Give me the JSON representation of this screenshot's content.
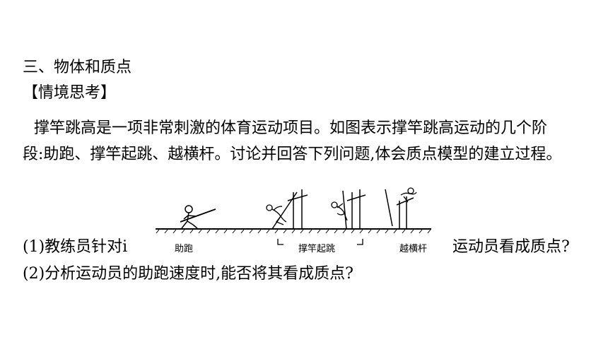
{
  "section_heading": "三、物体和质点",
  "context_label": "【情境思考】",
  "paragraph": {
    "line1": "撑竿跳高是一项非常刺激的体育运动项目。如图表示撑竿跳高运动的几个阶",
    "line2": "段:助跑、撑竿起跳、越横杆。讨论并回答下列问题,体会质点模型的建立过程。"
  },
  "questions": {
    "q1_left": "(1)教练员针对i",
    "q1_right": "运动员看成质点?",
    "q2": "(2)分析运动员的助跑速度时,能否将其看成质点?"
  },
  "figure": {
    "captions": {
      "run": "助跑",
      "takeoff": "撑竿起跳",
      "over": "越横杆"
    }
  }
}
